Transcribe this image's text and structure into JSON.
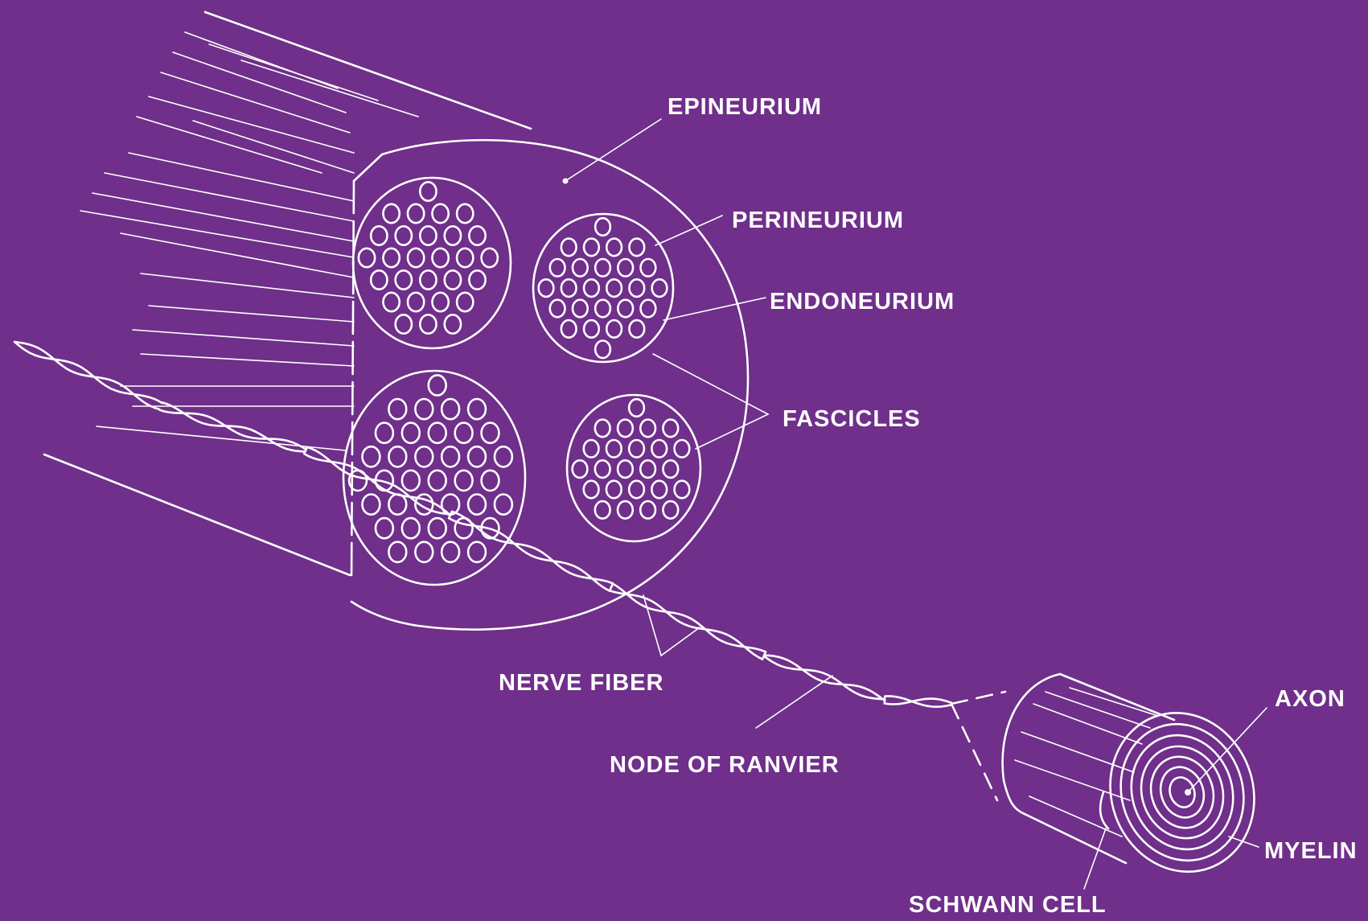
{
  "colors": {
    "background": "#6f2f8a",
    "ink": "#ffffff"
  },
  "labels": {
    "epineurium": "EPINEURIUM",
    "perineurium": "PERINEURIUM",
    "endoneurium": "ENDONEURIUM",
    "fascicles": "FASCICLES",
    "nerve_fiber": "NERVE FIBER",
    "node_of_ranvier": "NODE OF RANVIER",
    "axon": "AXON",
    "myelin": "MYELIN",
    "schwann_cell": "SCHWANN CELL"
  }
}
